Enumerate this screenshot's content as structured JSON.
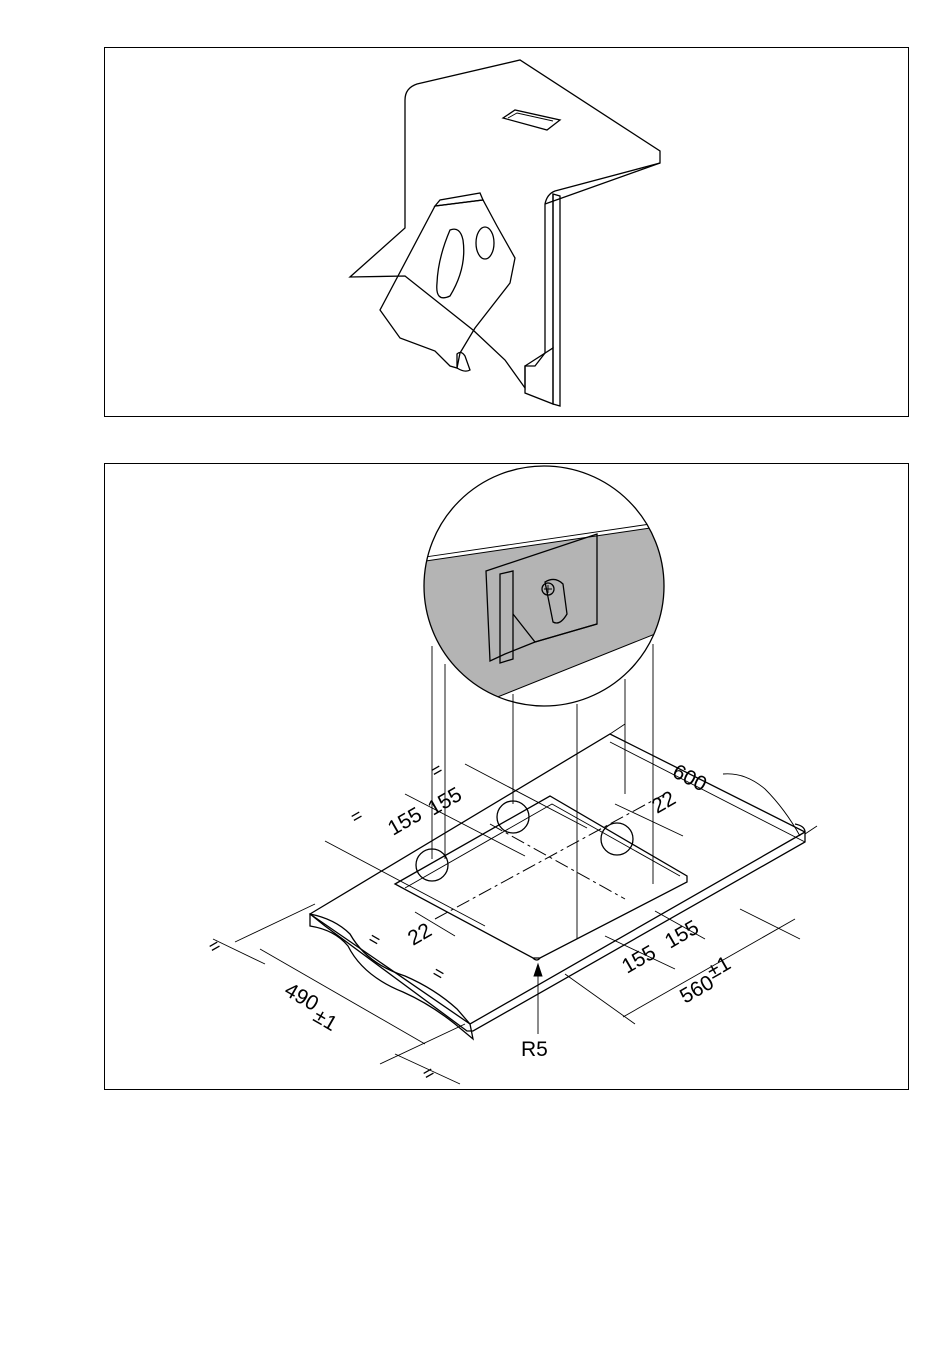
{
  "figures": [
    {
      "id": "fixing-clip-detail",
      "labels": []
    },
    {
      "id": "cutout-dimensions"
    }
  ],
  "dimensions": {
    "width_600": "600",
    "d155_a": "155",
    "d155_b": "155",
    "d155_c": "155",
    "d155_d": "155",
    "d22_top": "22",
    "d22_left": "22",
    "d560": "560",
    "d490": "490",
    "tol": "±1",
    "r5": "R5",
    "equal": "="
  },
  "colors": {
    "metal_fill": "#b4b4b4",
    "line": "#000000",
    "background": "#ffffff"
  }
}
